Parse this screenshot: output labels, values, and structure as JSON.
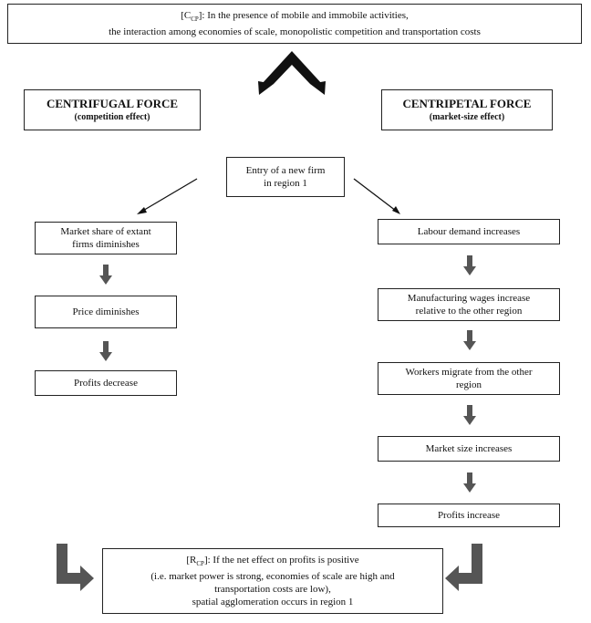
{
  "top_box": {
    "prefix": "[C",
    "sub": "CP",
    "rest": "]: In the presence of mobile and immobile activities,",
    "line2": "the interaction among economies of scale, monopolistic competition and transportation costs"
  },
  "left_force": {
    "title": "CENTRIFUGAL FORCE",
    "subtitle": "(competition effect)"
  },
  "right_force": {
    "title": "CENTRIPETAL FORCE",
    "subtitle": "(market-size effect)"
  },
  "center_box": {
    "line1": "Entry of a new firm",
    "line2": "in region 1"
  },
  "left_chain": [
    {
      "line1": "Market share of extant",
      "line2": "firms diminishes"
    },
    {
      "line1": "Price diminishes",
      "line2": ""
    },
    {
      "line1": "Profits decrease",
      "line2": ""
    }
  ],
  "right_chain": [
    {
      "line1": "Labour demand increases",
      "line2": ""
    },
    {
      "line1": "Manufacturing wages increase",
      "line2": "relative to the other region"
    },
    {
      "line1": "Workers migrate from the other",
      "line2": "region"
    },
    {
      "line1": "Market size increases",
      "line2": ""
    },
    {
      "line1": "Profits increase",
      "line2": ""
    }
  ],
  "bottom_box": {
    "prefix": "[R",
    "sub": "CP",
    "rest": "]: If the net effect on profits is positive",
    "line2": "(i.e. market power is strong, economies of scale are high and",
    "line3": "transportation costs are low),",
    "line4": "spatial agglomeration occurs in region 1"
  },
  "colors": {
    "arrow_dark": "#111111",
    "arrow_grey": "#555555",
    "border": "#222222"
  }
}
